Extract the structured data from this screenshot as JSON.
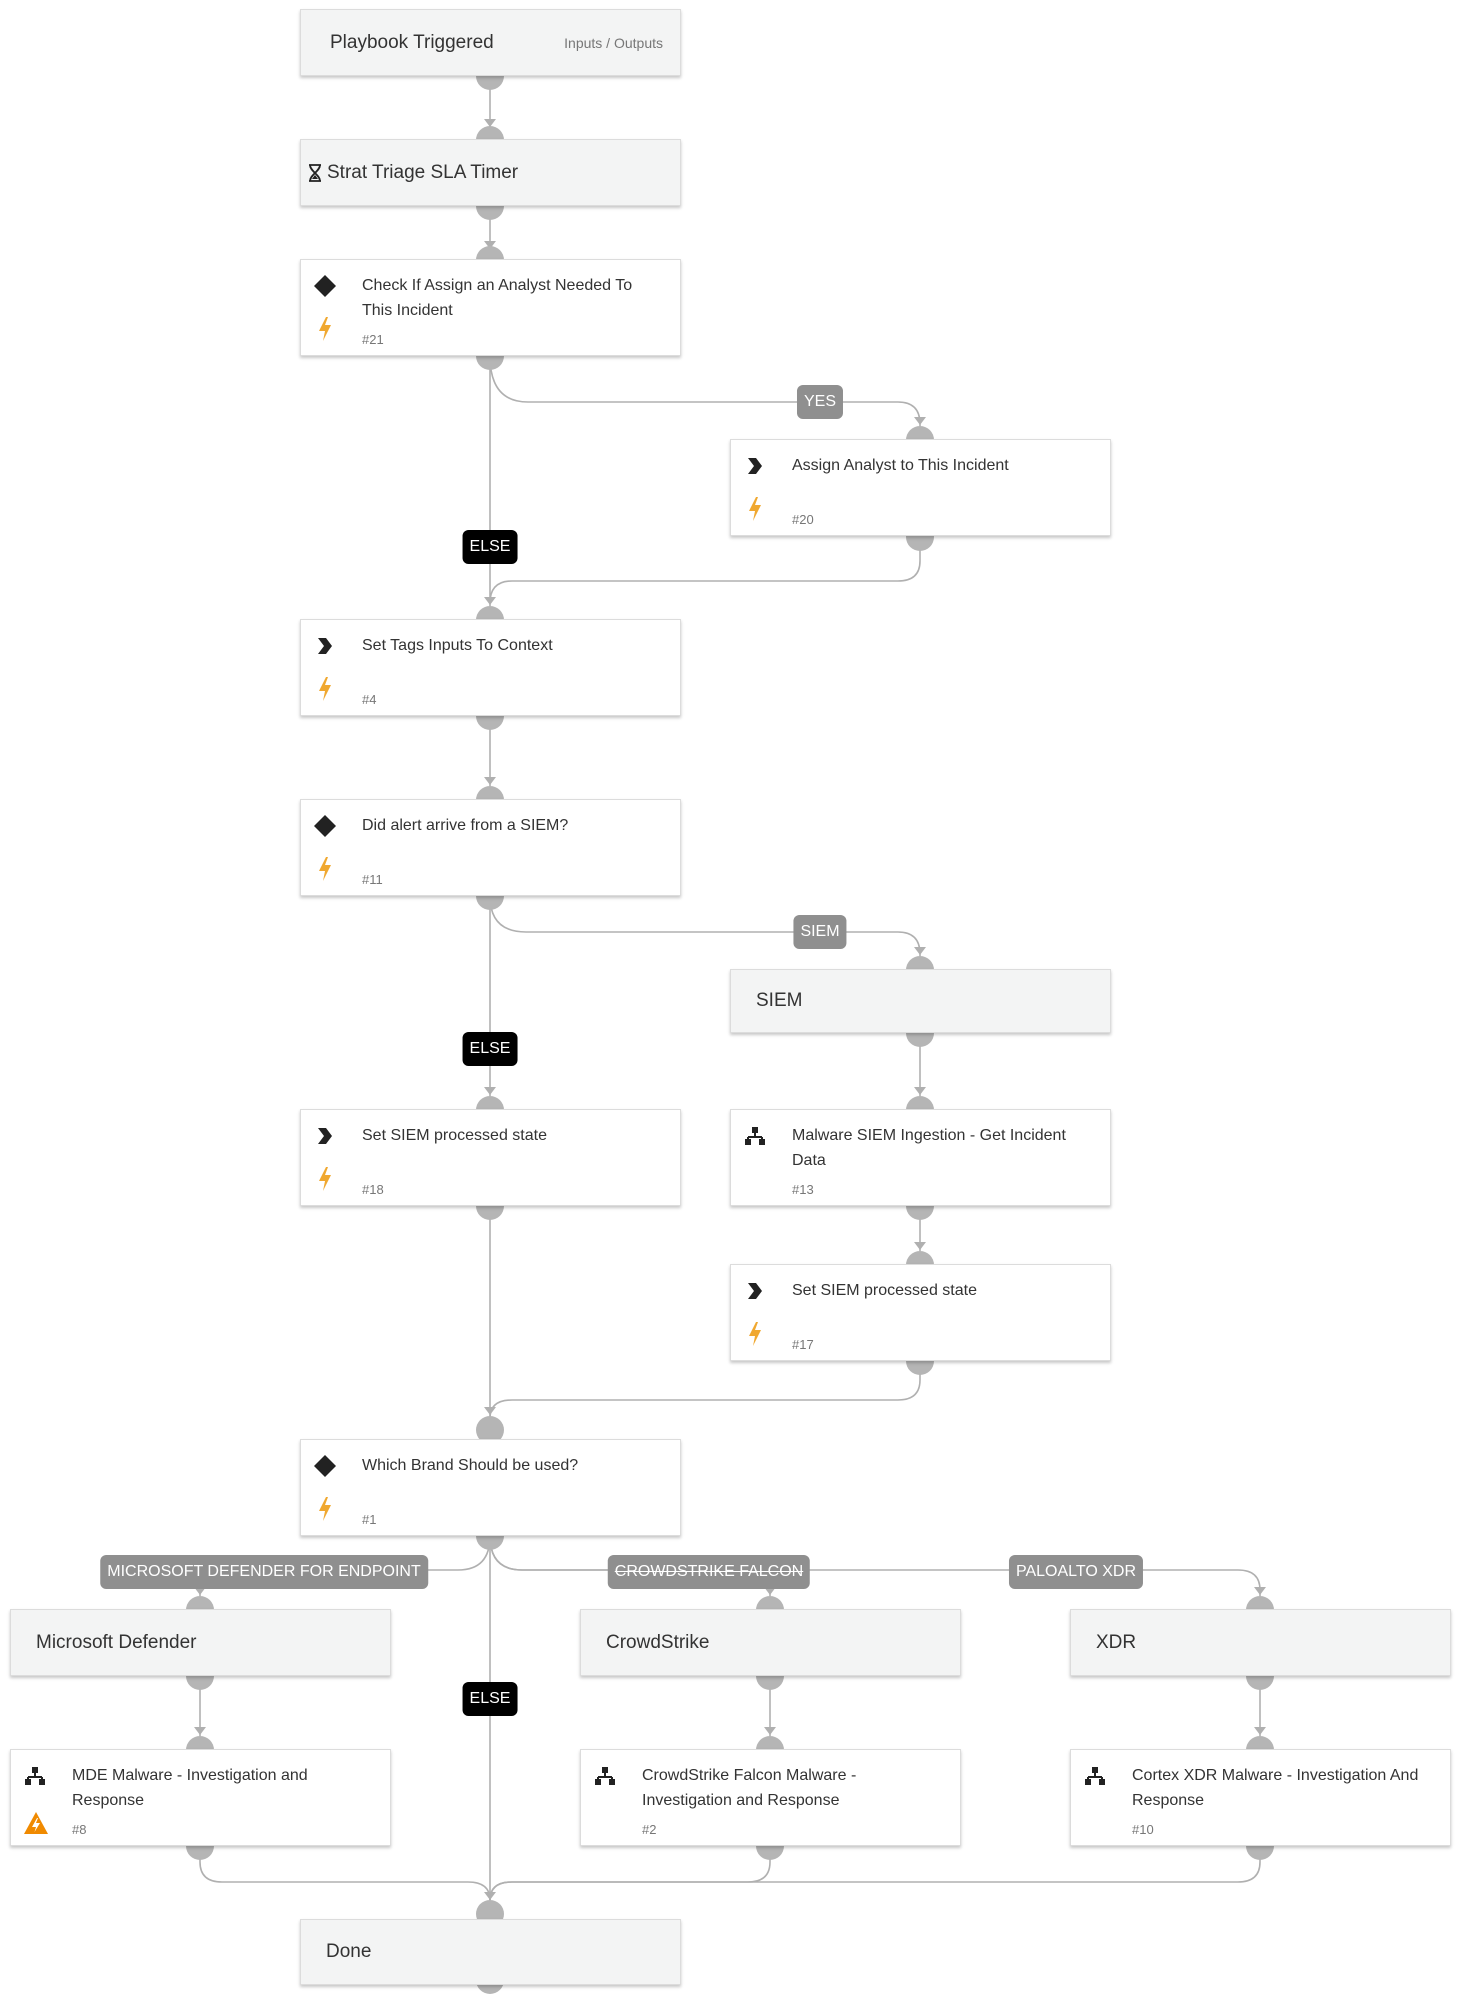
{
  "nodes": {
    "playbook_triggered": {
      "title": "Playbook Triggered",
      "io_link": "Inputs / Outputs"
    },
    "sla_timer": {
      "title": "Strat Triage SLA Timer"
    },
    "check_assign": {
      "name": "Check If Assign an Analyst Needed To This Incident",
      "id": "#21"
    },
    "assign_analyst": {
      "name": "Assign Analyst to This Incident",
      "id": "#20"
    },
    "set_tags": {
      "name": "Set Tags Inputs To Context",
      "id": "#4"
    },
    "did_alert_siem": {
      "name": "Did alert arrive from a SIEM?",
      "id": "#11"
    },
    "siem_section": {
      "title": "SIEM"
    },
    "set_siem_processed_left": {
      "name": "Set SIEM processed state",
      "id": "#18"
    },
    "malware_siem_ingestion": {
      "name": "Malware SIEM Ingestion - Get Incident Data",
      "id": "#13"
    },
    "set_siem_processed_right": {
      "name": "Set SIEM processed state",
      "id": "#17"
    },
    "which_brand": {
      "name": "Which Brand Should be used?",
      "id": "#1"
    },
    "ms_defender_section": {
      "title": "Microsoft Defender"
    },
    "crowdstrike_section": {
      "title": "CrowdStrike"
    },
    "xdr_section": {
      "title": "XDR"
    },
    "mde_malware": {
      "name": "MDE Malware - Investigation and Response",
      "id": "#8"
    },
    "crowdstrike_malware": {
      "name": "CrowdStrike Falcon Malware - Investigation and Response",
      "id": "#2"
    },
    "cortex_xdr_malware": {
      "name": "Cortex XDR Malware - Investigation And Response",
      "id": "#10"
    },
    "done": {
      "title": "Done"
    }
  },
  "labels": {
    "yes": "YES",
    "else_1": "ELSE",
    "siem": "SIEM",
    "else_2": "ELSE",
    "ms_defender": "MICROSOFT DEFENDER FOR ENDPOINT",
    "crowdstrike": "CROWDSTRIKE FALCON",
    "paloalto": "PALOALTO XDR",
    "else_3": "ELSE"
  },
  "colors": {
    "connector": "#b5b5b5",
    "wire": "#b0b0b0",
    "bolt": "#f0a830",
    "warning": "#f08a00",
    "badge_condition": "#8f8f8f",
    "badge_else": "#000000",
    "section_bg": "#f3f4f4"
  },
  "icons": {
    "condition": "diamond-icon",
    "regular": "chevron-right-icon",
    "playbook": "sub-playbook-icon",
    "automation": "bolt-icon",
    "warning": "warning-bolt-icon",
    "timer": "hourglass-icon"
  }
}
